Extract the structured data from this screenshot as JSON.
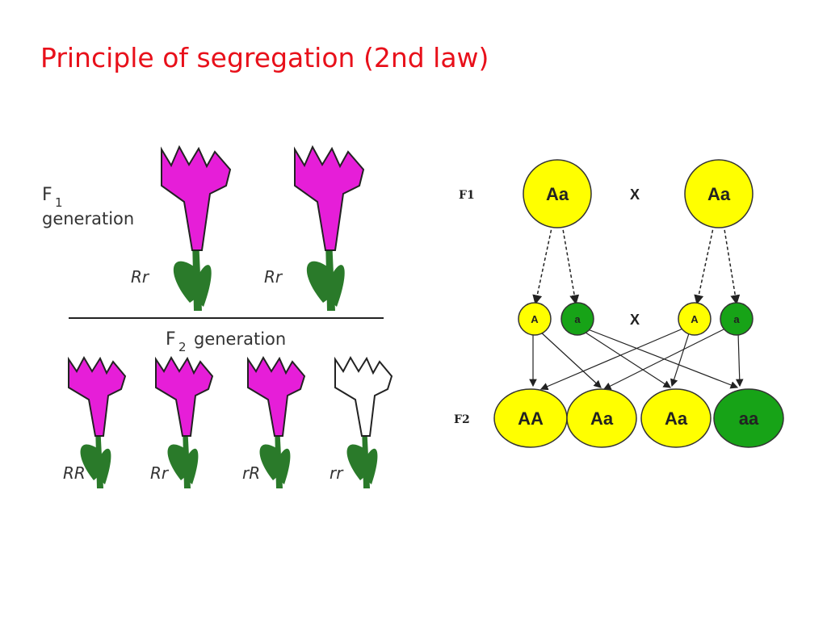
{
  "slide": {
    "title": "Principle of segregation (2nd law)"
  },
  "flowers_panel": {
    "f1_label": "F",
    "f1_sub": "1",
    "f1_word": "generation",
    "f2_label": "F",
    "f2_sub": "2",
    "f2_word": "generation",
    "f1_plants": [
      {
        "genotype": "Rr",
        "color": "#e61ed8"
      },
      {
        "genotype": "Rr",
        "color": "#e61ed8"
      }
    ],
    "f2_plants": [
      {
        "genotype": "RR",
        "color": "#e61ed8"
      },
      {
        "genotype": "Rr",
        "color": "#e61ed8"
      },
      {
        "genotype": "rR",
        "color": "#e61ed8"
      },
      {
        "genotype": "rr",
        "color": "#ffffff"
      }
    ],
    "stem_color": "#2a7a2a"
  },
  "cross_diagram": {
    "f1_row_label": "F1",
    "f2_row_label": "F2",
    "cross_symbol": "X",
    "parents": [
      "Aa",
      "Aa"
    ],
    "gametes": [
      "A",
      "a",
      "A",
      "a"
    ],
    "offspring": [
      "AA",
      "Aa",
      "Aa",
      "aa"
    ],
    "colors": {
      "dominant": "#ffff00",
      "recessive": "#17a317",
      "outline": "#333333"
    }
  }
}
